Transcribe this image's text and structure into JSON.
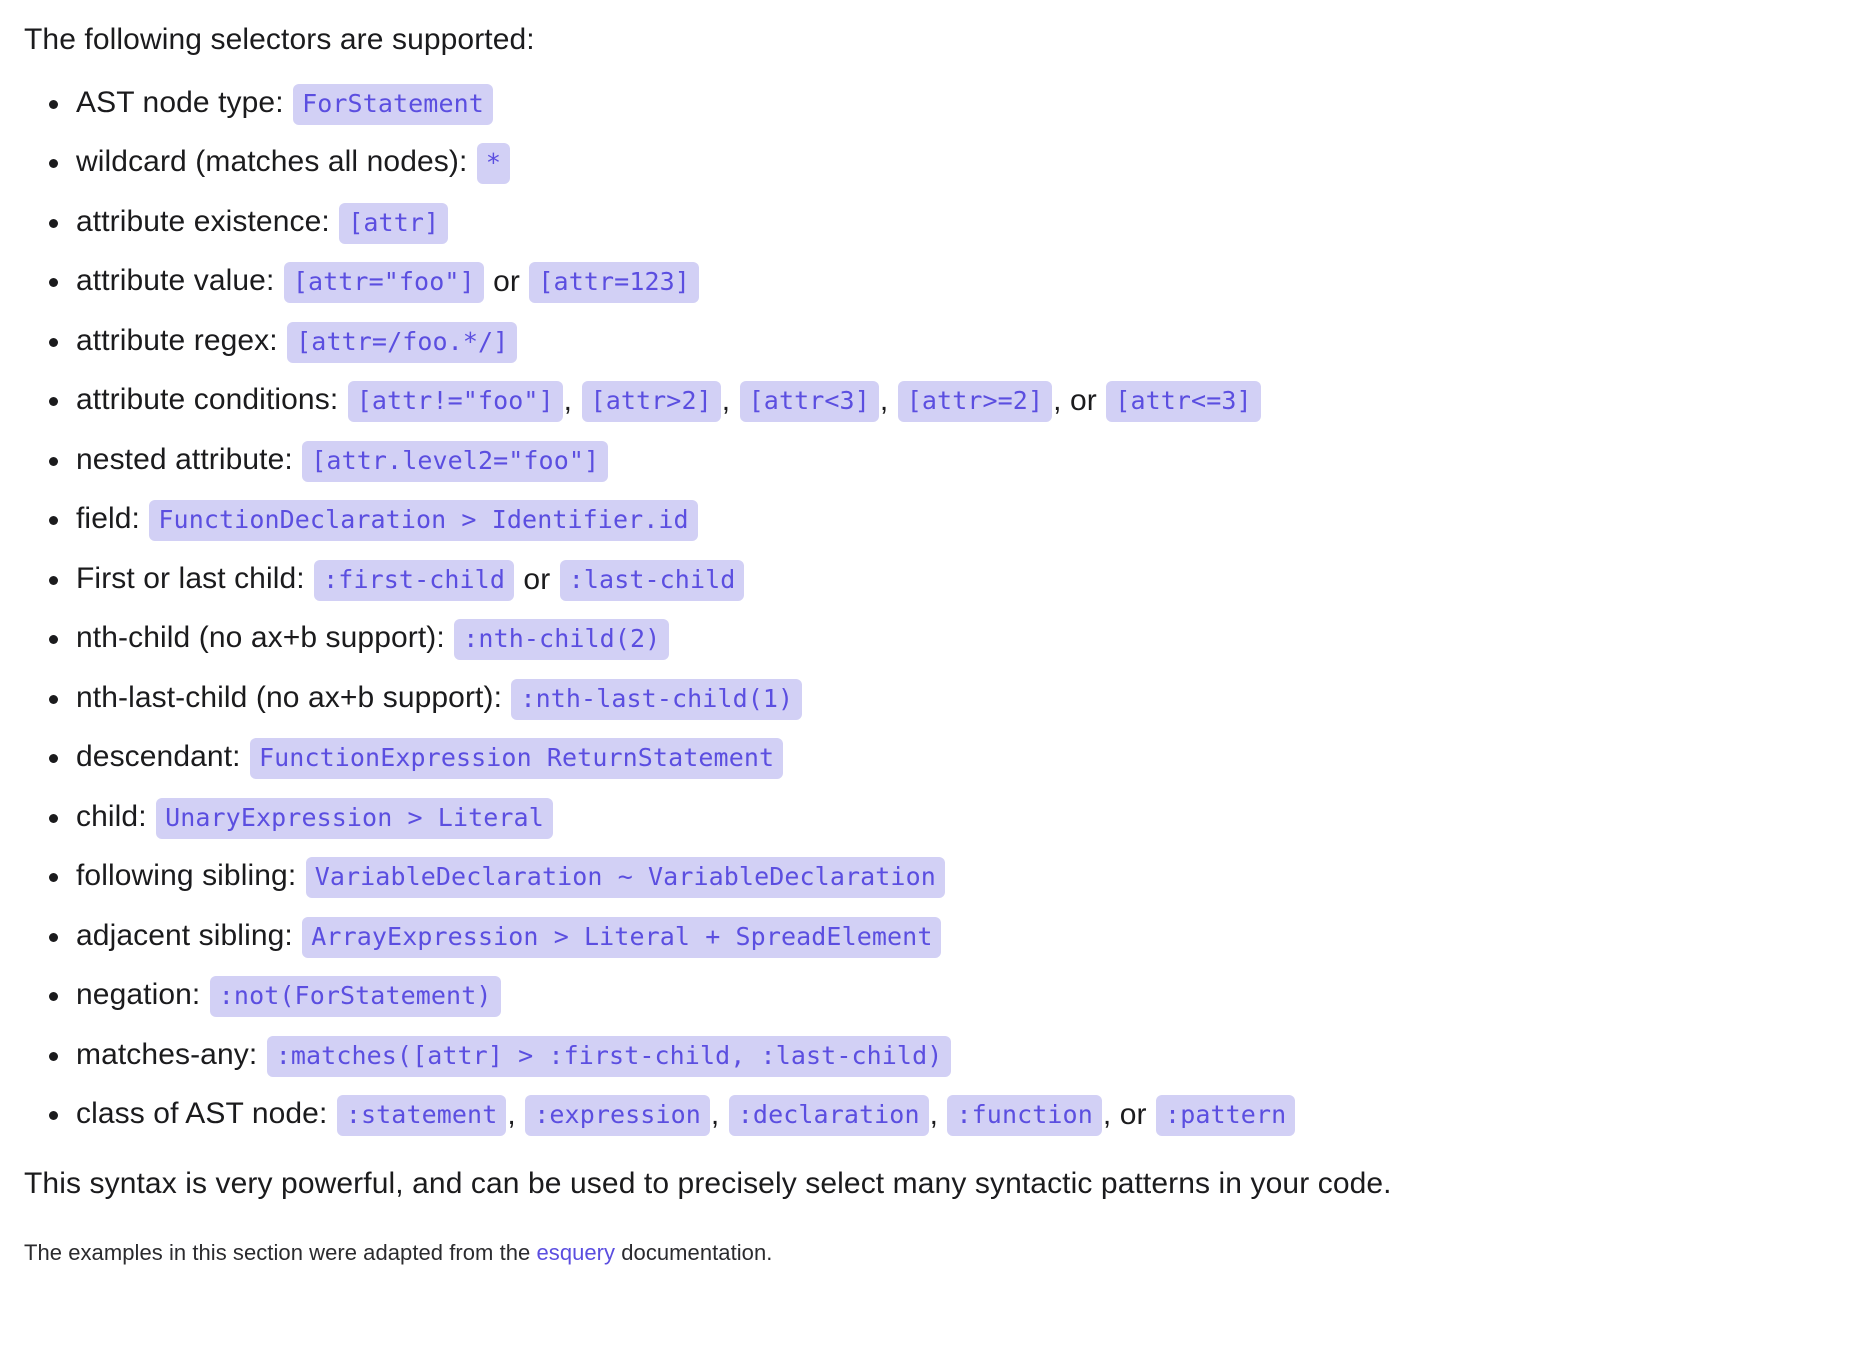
{
  "intro": "The following selectors are supported:",
  "colors": {
    "chip_bg": "#d2d0f5",
    "chip_text": "#5b4ee0",
    "body_text": "#1b1b1d",
    "link": "#5b4ee0",
    "page_bg": "#ffffff"
  },
  "items": [
    {
      "label": "AST node type: ",
      "codes": [
        "ForStatement"
      ],
      "separators": []
    },
    {
      "label": "wildcard (matches all nodes): ",
      "codes": [
        "*"
      ],
      "separators": []
    },
    {
      "label": "attribute existence: ",
      "codes": [
        "[attr]"
      ],
      "separators": []
    },
    {
      "label": "attribute value: ",
      "codes": [
        "[attr=\"foo\"]",
        "[attr=123]"
      ],
      "separators": [
        " or "
      ]
    },
    {
      "label": "attribute regex: ",
      "codes": [
        "[attr=/foo.*/]"
      ],
      "separators": []
    },
    {
      "label": "attribute conditions: ",
      "codes": [
        "[attr!=\"foo\"]",
        "[attr>2]",
        "[attr<3]",
        "[attr>=2]",
        "[attr<=3]"
      ],
      "separators": [
        ", ",
        ", ",
        ", ",
        ", or "
      ]
    },
    {
      "label": "nested attribute: ",
      "codes": [
        "[attr.level2=\"foo\"]"
      ],
      "separators": []
    },
    {
      "label": "field: ",
      "codes": [
        "FunctionDeclaration > Identifier.id"
      ],
      "separators": []
    },
    {
      "label": "First or last child: ",
      "codes": [
        ":first-child",
        ":last-child"
      ],
      "separators": [
        " or "
      ]
    },
    {
      "label": "nth-child (no ax+b support): ",
      "codes": [
        ":nth-child(2)"
      ],
      "separators": []
    },
    {
      "label": "nth-last-child (no ax+b support): ",
      "codes": [
        ":nth-last-child(1)"
      ],
      "separators": []
    },
    {
      "label": "descendant: ",
      "codes": [
        "FunctionExpression ReturnStatement"
      ],
      "separators": []
    },
    {
      "label": "child: ",
      "codes": [
        "UnaryExpression > Literal"
      ],
      "separators": []
    },
    {
      "label": "following sibling: ",
      "codes": [
        "VariableDeclaration ~ VariableDeclaration"
      ],
      "separators": []
    },
    {
      "label": "adjacent sibling: ",
      "codes": [
        "ArrayExpression > Literal + SpreadElement"
      ],
      "separators": []
    },
    {
      "label": "negation: ",
      "codes": [
        ":not(ForStatement)"
      ],
      "separators": []
    },
    {
      "label": "matches-any: ",
      "codes": [
        ":matches([attr] > :first-child, :last-child)"
      ],
      "separators": []
    },
    {
      "label": "class of AST node: ",
      "codes": [
        ":statement",
        ":expression",
        ":declaration",
        ":function",
        ":pattern"
      ],
      "separators": [
        ", ",
        ", ",
        ", ",
        ", or "
      ]
    }
  ],
  "closing": "This syntax is very powerful, and can be used to precisely select many syntactic patterns in your code.",
  "footnote": {
    "before": "The examples in this section were adapted from the ",
    "link_text": "esquery",
    "after": " documentation."
  }
}
